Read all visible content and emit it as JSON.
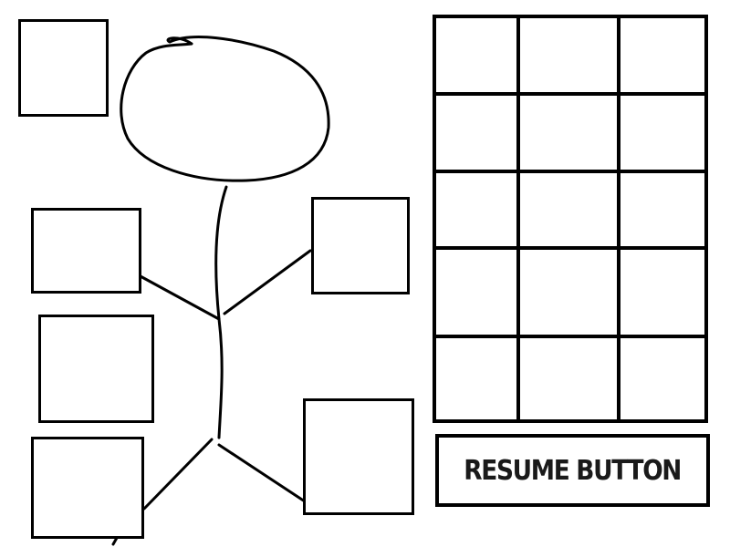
{
  "screen": "equipment-inventory-wireframe",
  "equipment_slots": [
    {
      "id": "head-slot"
    },
    {
      "id": "left-arm-slot"
    },
    {
      "id": "right-arm-slot"
    },
    {
      "id": "body-slot"
    },
    {
      "id": "left-leg-slot"
    },
    {
      "id": "right-leg-slot"
    }
  ],
  "inventory": {
    "rows": 5,
    "columns": 3
  },
  "resume_button": {
    "label": "RESUME BUTTON"
  }
}
